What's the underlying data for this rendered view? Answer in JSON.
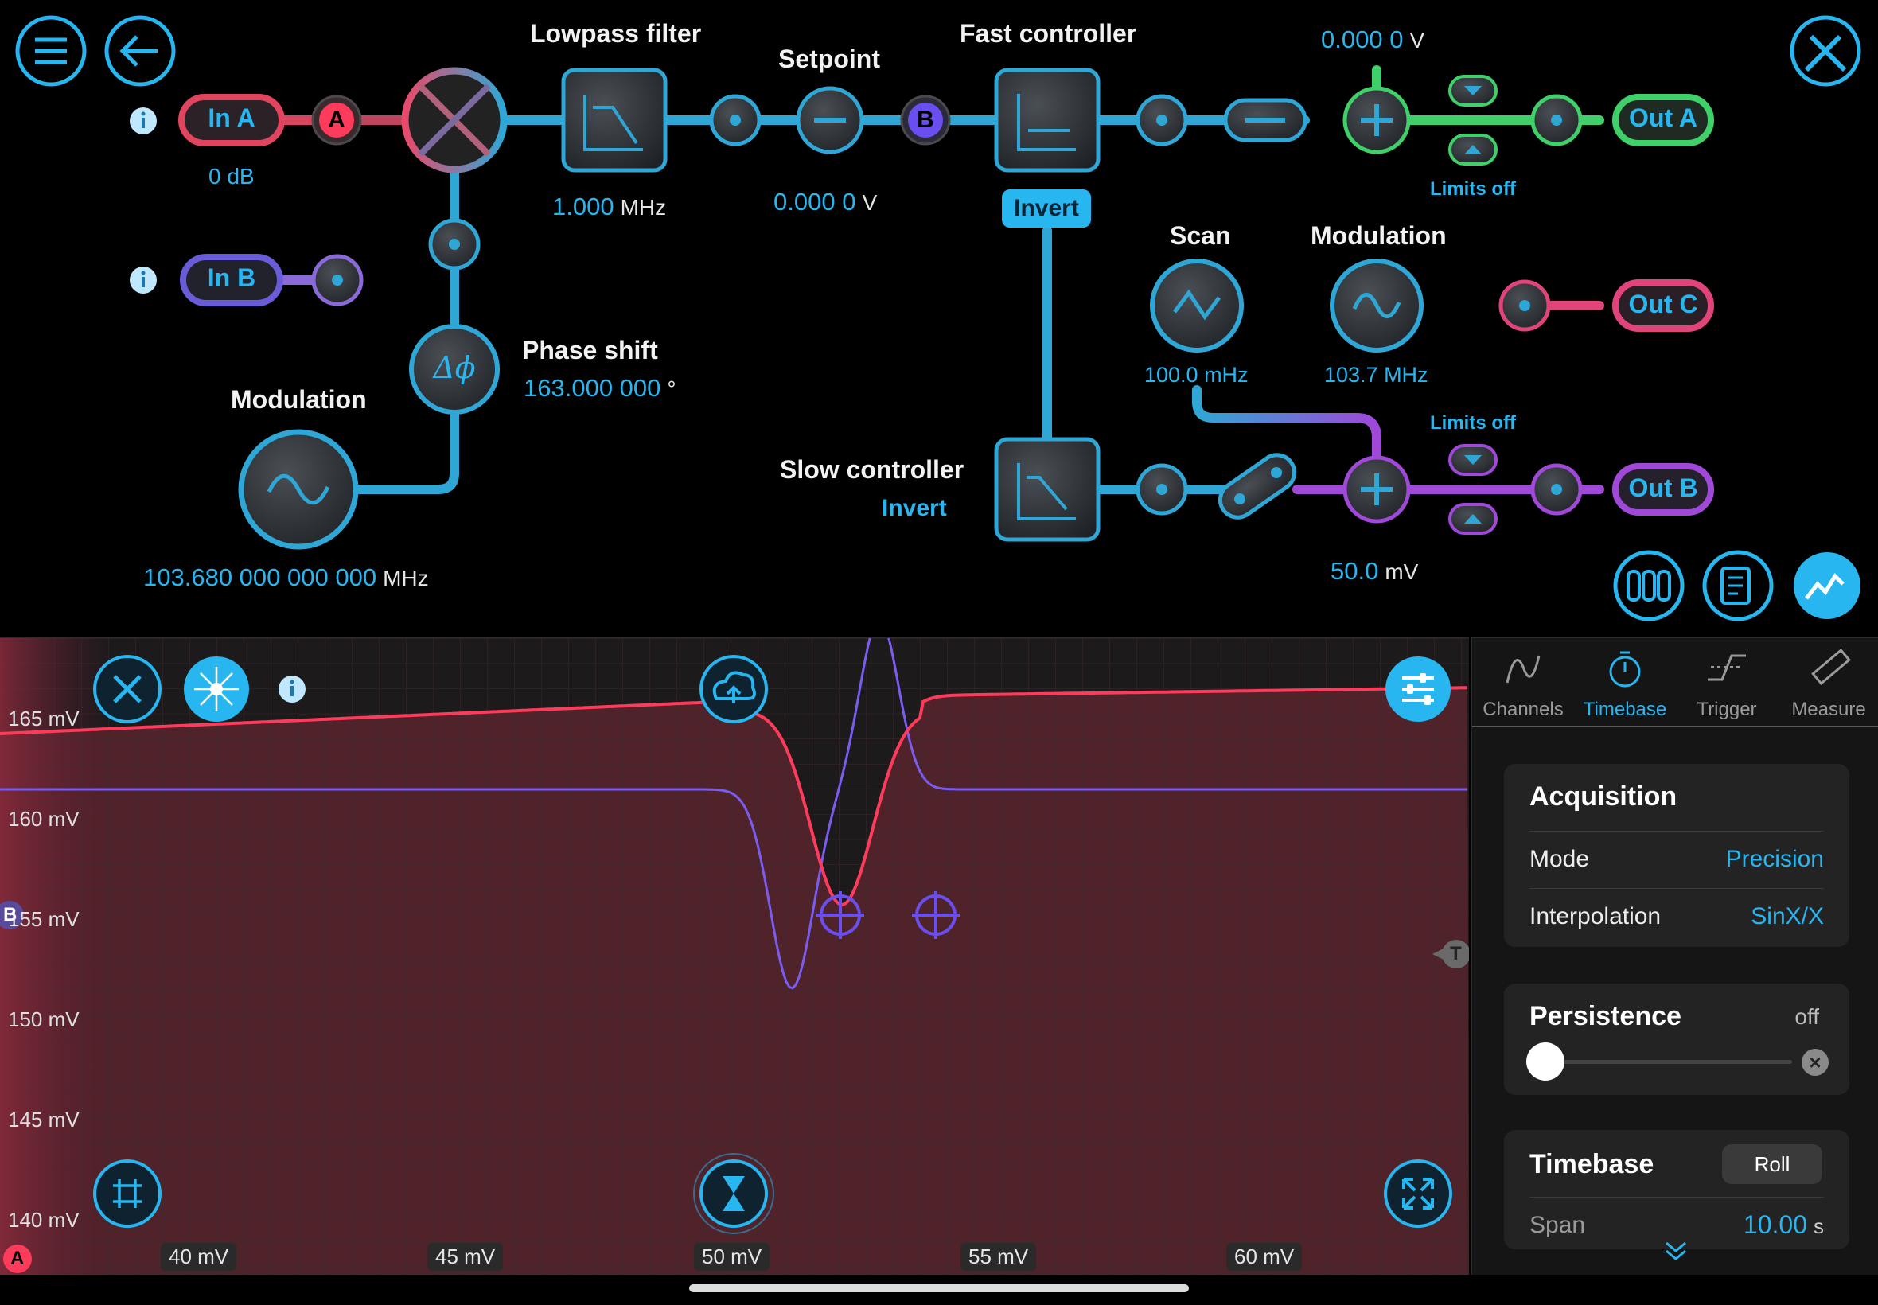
{
  "diagram": {
    "in_a": {
      "label": "In A",
      "gain": "0 dB"
    },
    "in_b": {
      "label": "In B"
    },
    "badge_a": "A",
    "badge_b": "B",
    "lowpass": {
      "title": "Lowpass filter",
      "value": "1.000",
      "unit": "MHz"
    },
    "setpoint": {
      "title": "Setpoint",
      "value": "0.000 0",
      "unit": "V"
    },
    "fast_controller": {
      "title": "Fast controller",
      "invert": "Invert"
    },
    "offset_a": {
      "value": "0.000 0",
      "unit": "V"
    },
    "limits_a": "Limits off",
    "limits_b": "Limits off",
    "out_a": "Out A",
    "out_b": "Out B",
    "out_c": "Out C",
    "scan": {
      "title": "Scan",
      "value": "100.0 mHz"
    },
    "modulation_right": {
      "title": "Modulation",
      "value": "103.7 MHz"
    },
    "phase_shift": {
      "title": "Phase shift",
      "value": "163.000 000",
      "unit": "°"
    },
    "modulation_left": {
      "title": "Modulation",
      "value": "103.680 000 000 000",
      "unit": "MHz"
    },
    "slow_controller": {
      "title": "Slow controller",
      "invert": "Invert"
    },
    "offset_b": {
      "value": "50.0",
      "unit": "mV"
    }
  },
  "scope": {
    "y_labels": [
      "165 mV",
      "160 mV",
      "155 mV",
      "150 mV",
      "145 mV",
      "140 mV"
    ],
    "x_labels": [
      "40 mV",
      "45 mV",
      "50 mV",
      "55 mV",
      "60 mV"
    ],
    "marker_a": "A",
    "marker_b": "B",
    "marker_t": "T",
    "colors": {
      "channel_a": "#ff3b5c",
      "channel_b": "#7a5cf0",
      "accent": "#27b6f0"
    }
  },
  "panel": {
    "tabs": [
      "Channels",
      "Timebase",
      "Trigger",
      "Measure"
    ],
    "active_tab": "Timebase",
    "acquisition": {
      "title": "Acquisition",
      "mode_label": "Mode",
      "mode_value": "Precision",
      "interp_label": "Interpolation",
      "interp_value": "SinX/X"
    },
    "persistence": {
      "title": "Persistence",
      "value": "off",
      "slider_fraction": 0
    },
    "timebase": {
      "title": "Timebase",
      "roll_button": "Roll",
      "span_label": "Span",
      "span_value": "10.00",
      "span_unit": "s"
    }
  }
}
